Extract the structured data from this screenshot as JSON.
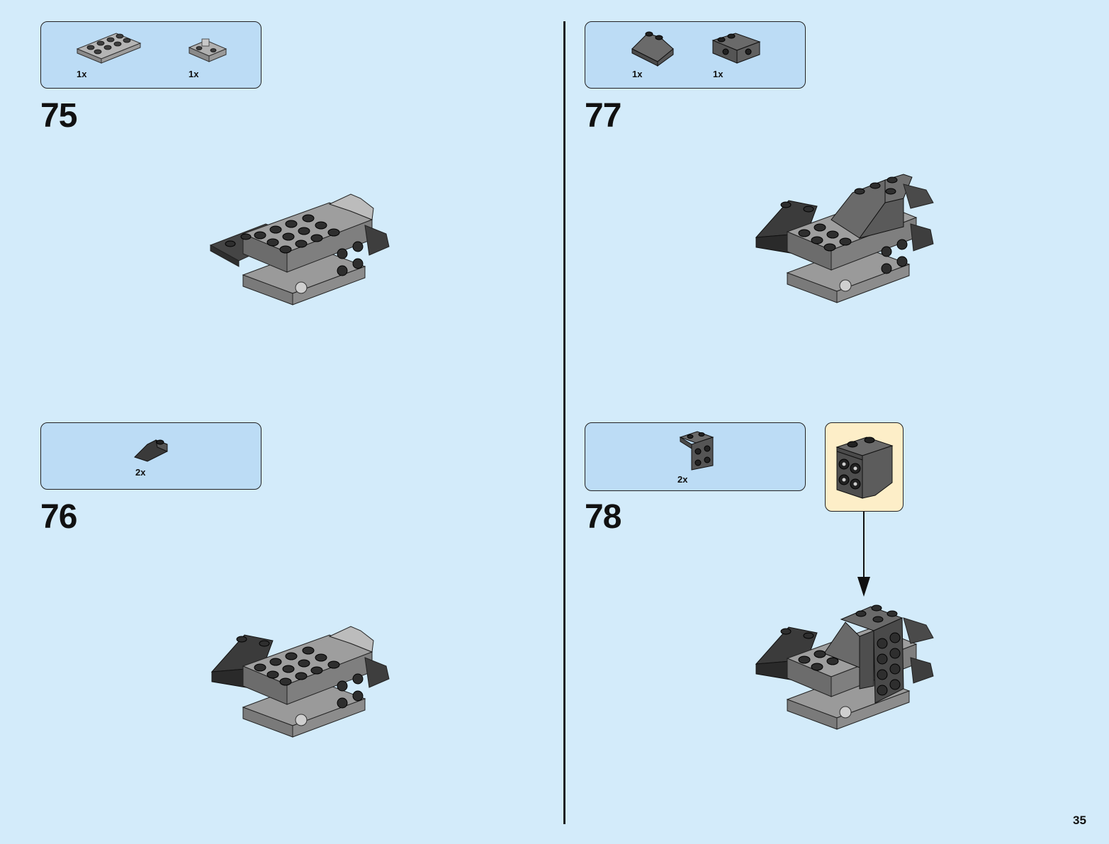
{
  "page": {
    "number": "35"
  },
  "colors": {
    "background": "#d3ebfa",
    "parts_box": "#bcdcf5",
    "callout": "#fdeec8",
    "dark_bluish_gray": "#5a5a5a",
    "light_bluish_gray": "#a8a8a8",
    "black": "#2b2b2b"
  },
  "steps": [
    {
      "number": "75",
      "parts": [
        {
          "icon": "plate-2x4-light-gray-icon",
          "qty": "1x"
        },
        {
          "icon": "plate-modified-light-gray-icon",
          "qty": "1x"
        }
      ],
      "model_icon": "step-75-assembly-icon"
    },
    {
      "number": "76",
      "parts": [
        {
          "icon": "slope-black-icon",
          "qty": "2x"
        }
      ],
      "model_icon": "step-76-assembly-icon"
    },
    {
      "number": "77",
      "parts": [
        {
          "icon": "slope-2x2-dark-gray-icon",
          "qty": "1x"
        },
        {
          "icon": "hinge-brick-dark-gray-icon",
          "qty": "1x"
        }
      ],
      "model_icon": "step-77-assembly-icon"
    },
    {
      "number": "78",
      "parts": [
        {
          "icon": "bracket-2x2-dark-gray-icon",
          "qty": "2x"
        }
      ],
      "callout_icon": "bracket-placement-icon",
      "model_icon": "step-78-assembly-icon"
    }
  ]
}
